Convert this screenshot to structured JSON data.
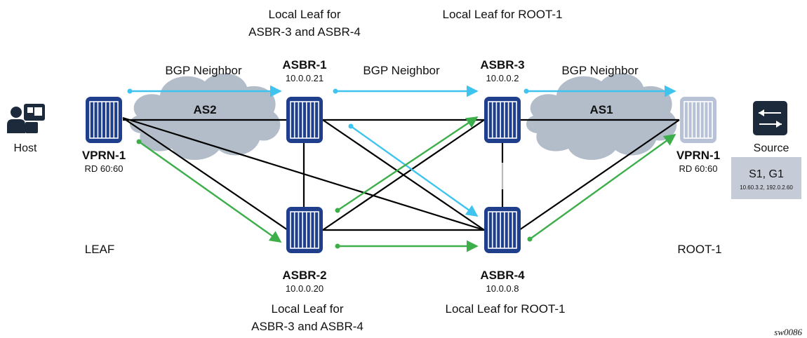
{
  "colors": {
    "router": "#1f3f8c",
    "router_light": "#b8c2d6",
    "cloud": "#b3bcc9",
    "cyan_arrow": "#3fc4f0",
    "green_arrow": "#3cae4a",
    "link": "#000000",
    "source_box": "#c5ccd7",
    "source_icon": "#1c2a3c"
  },
  "icons": {
    "host": "host-icon",
    "source": "source-icon"
  },
  "top_labels": {
    "local_leaf_asbr34_line1": "Local Leaf for",
    "local_leaf_asbr34_line2": "ASBR-3 and ASBR-4",
    "local_leaf_root1": "Local Leaf for ROOT-1"
  },
  "bottom_labels": {
    "local_leaf_asbr34_line1": "Local Leaf for",
    "local_leaf_asbr34_line2": "ASBR-3 and ASBR-4",
    "local_leaf_root1": "Local Leaf for ROOT-1"
  },
  "bgp": {
    "left": "BGP Neighbor",
    "middle": "BGP Neighbor",
    "right": "BGP Neighbor"
  },
  "clouds": {
    "as2": "AS2",
    "as1": "AS1"
  },
  "host": {
    "label": "Host"
  },
  "vprn_left": {
    "name": "VPRN-1",
    "rd": "RD 60:60",
    "role": "LEAF"
  },
  "vprn_right": {
    "name": "VPRN-1",
    "rd": "RD 60:60",
    "role": "ROOT-1"
  },
  "asbr1": {
    "name": "ASBR-1",
    "ip": "10.0.0.21"
  },
  "asbr2": {
    "name": "ASBR-2",
    "ip": "10.0.0.20"
  },
  "asbr3": {
    "name": "ASBR-3",
    "ip": "10.0.0.2"
  },
  "asbr4": {
    "name": "ASBR-4",
    "ip": "10.0.0.8"
  },
  "source": {
    "label": "Source",
    "sg": "S1, G1",
    "addr": "10.60.3.2, 192.0.2.60"
  },
  "figure_id": "sw0086"
}
